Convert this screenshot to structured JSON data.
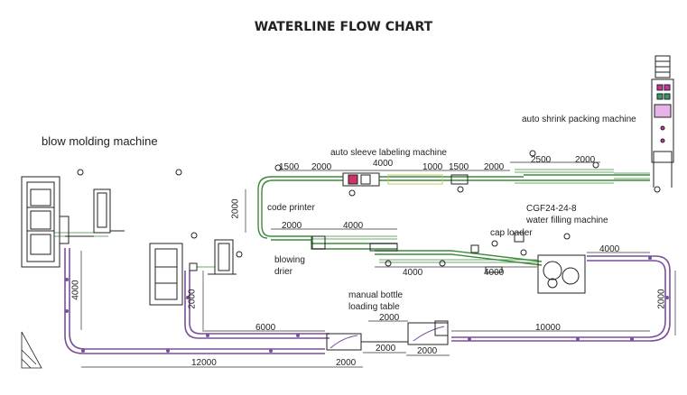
{
  "title": "WATERLINE FLOW CHART",
  "labels": {
    "blow_molding": "blow molding machine",
    "shrink_packing": "auto shrink packing machine",
    "sleeve_labeling": "auto sleeve labeling machine",
    "code_printer": "code printer",
    "filling_model": "CGF24-24-8",
    "filling_name": "water filling machine",
    "cap_loader": "cap loader",
    "blowing_drier_1": "blowing",
    "blowing_drier_2": "drier",
    "loading_table_1": "manual bottle",
    "loading_table_2": "loading table"
  },
  "dimensions": {
    "top_1500a": "1500",
    "top_2000a": "2000",
    "top_4000": "4000",
    "top_1000": "1000",
    "top_1500b": "1500",
    "top_2000b": "2000",
    "top_2500": "2500",
    "top_2000c": "2000",
    "left_vert_2000": "2000",
    "drier_2000": "2000",
    "drier_4000": "4000",
    "mid_4000": "4000",
    "mid_4000b": "4000",
    "right_4000": "4000",
    "right_vert_2000": "2000",
    "blow_vert_4000": "4000",
    "mid_vert_2000": "2000",
    "table_2000": "2000",
    "bottom_6000": "6000",
    "bottom_10000": "10000",
    "bottom_2000a": "2000",
    "bottom_2000b": "2000",
    "bottom_12000": "12000",
    "bottom_2000c": "2000"
  }
}
